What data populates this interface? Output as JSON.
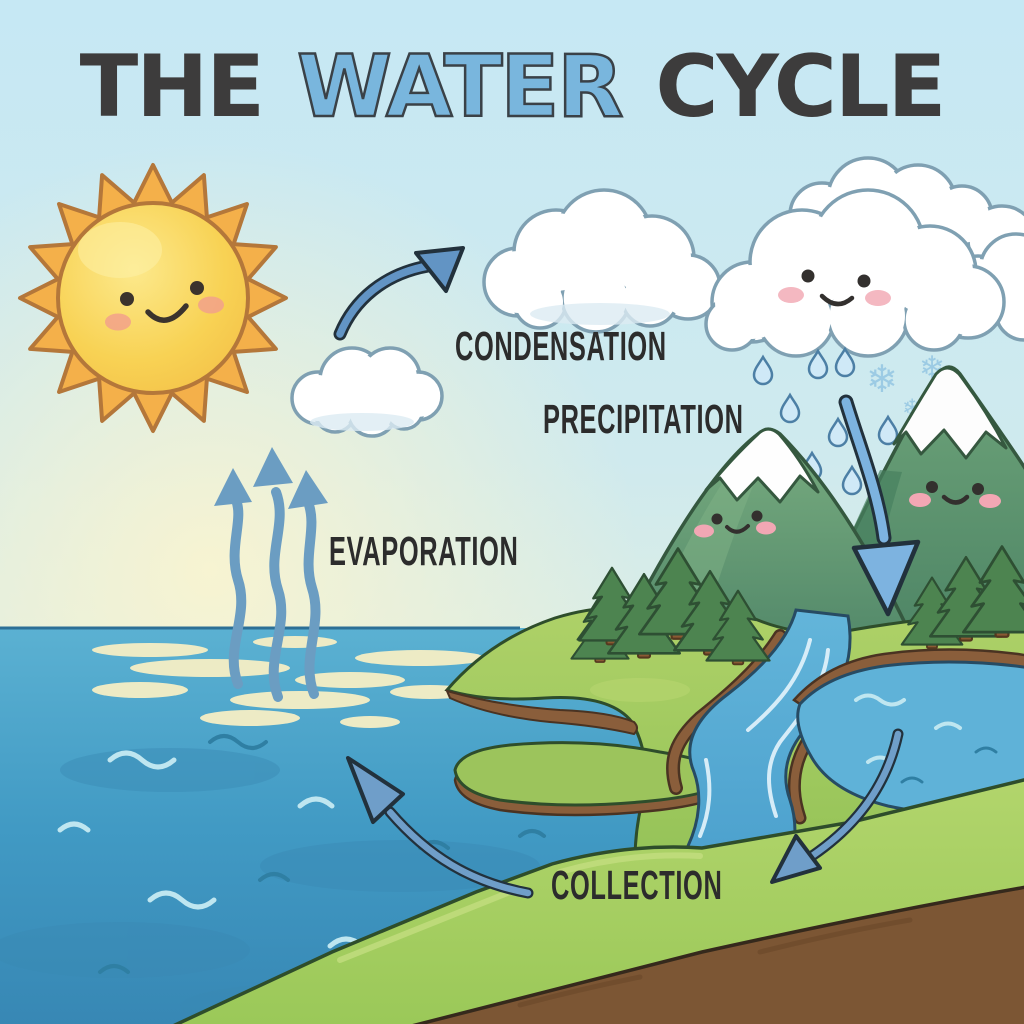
{
  "meta": {
    "alt": "The Water Cycle illustrated diagram"
  },
  "title": {
    "word_the": "THE",
    "word_water": "WATER",
    "word_cycle": "CYCLE"
  },
  "stages": {
    "condensation": "CONDENSATION",
    "precipitation": "PRECIPITATION",
    "evaporation": "EVAPORATION",
    "collection": "COLLECTION"
  },
  "icons": {
    "sun": "sun-icon",
    "cloud": "cloud-icon",
    "rain_cloud": "rain-cloud-icon",
    "raindrop": "raindrop-icon",
    "snowflake": "snowflake-icon",
    "snowflake_glyph": "❄",
    "mountains": "mountain-icon",
    "pine_trees": "pine-tree-icon",
    "river": "river-icon",
    "lake": "lake-icon",
    "ocean": "ocean-icon",
    "evaporation_arrows": "up-arrow-icon",
    "cycle_arrows": "curved-arrow-icon"
  },
  "palette": {
    "sky_top": "#c6e8f4",
    "sky_glow": "#f9f4d0",
    "title_dark": "#3d3c3c",
    "title_blue": "#79b6dd",
    "label_text": "#2c2c2c",
    "arrow_blue": "#6f9ec9",
    "arrow_outline": "#22313c",
    "ocean_blue": "#419ac4",
    "river_blue": "#58abd4",
    "grass_green": "#a3c95f",
    "mountain_green": "#6ca577",
    "snow_white": "#ffffff",
    "soil_brown": "#7c5634",
    "shore_brown": "#8a5e3b",
    "sun_yellow": "#f6c94e"
  }
}
